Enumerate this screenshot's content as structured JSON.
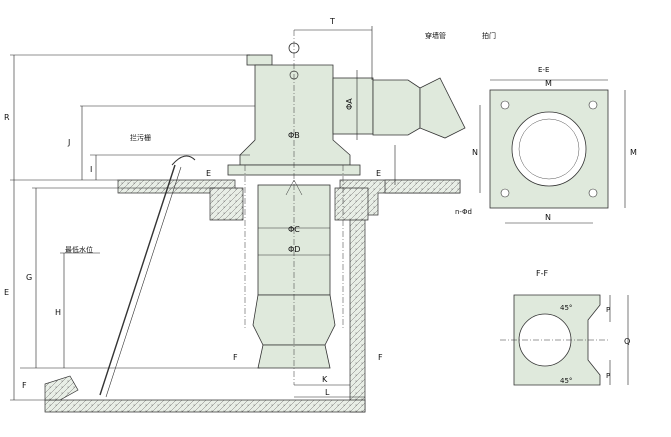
{
  "labels": {
    "T": "T",
    "wall_pipe": "穿墙管",
    "flap_valve": "拍门",
    "ee_title": "E-E",
    "ff_title": "F-F",
    "R": "R",
    "J": "J",
    "I": "I",
    "E": "E",
    "G": "G",
    "H": "H",
    "F": "F",
    "phiA": "ΦA",
    "phiB": "ΦB",
    "phiC": "ΦC",
    "phiD": "ΦD",
    "grille": "拦污栅",
    "min_water": "最低水位",
    "K": "K",
    "L": "L",
    "M": "M",
    "N": "N",
    "n_phid": "n-Φd",
    "P": "P",
    "Q": "Q",
    "angle": "45°"
  },
  "colors": {
    "body_fill": "#dfe9dc",
    "hatch_fill": "#e8eee6",
    "line": "#333333"
  }
}
